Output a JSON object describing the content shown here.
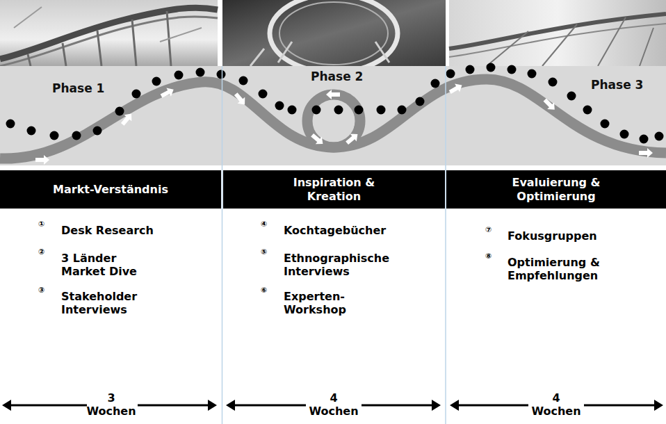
{
  "diagram": {
    "nodes": [
      {
        "text": [
          "Markt-Verständnis"
        ]
      },
      {
        "text": [
          "Inspiration & Kreation"
        ]
      },
      {
        "text": [
          "Evaluierung & Optimierung"
        ]
      }
    ],
    "labels": [
      "Phase 1",
      "Phase 2",
      "Phase 3",
      "①",
      "Desk Research",
      "②",
      "3 Länder Market Dive",
      "③",
      "Stakeholder Interviews",
      "④",
      "Kochtagebücher",
      "⑤",
      "Ethnographische Interviews",
      "⑥",
      "Experten-Workshop",
      "⑦",
      "Fokusgruppen",
      "⑧",
      "Optimierung & Empfehlungen",
      "3 Wochen",
      "4 Wochen",
      "4 Wochen"
    ]
  }
}
